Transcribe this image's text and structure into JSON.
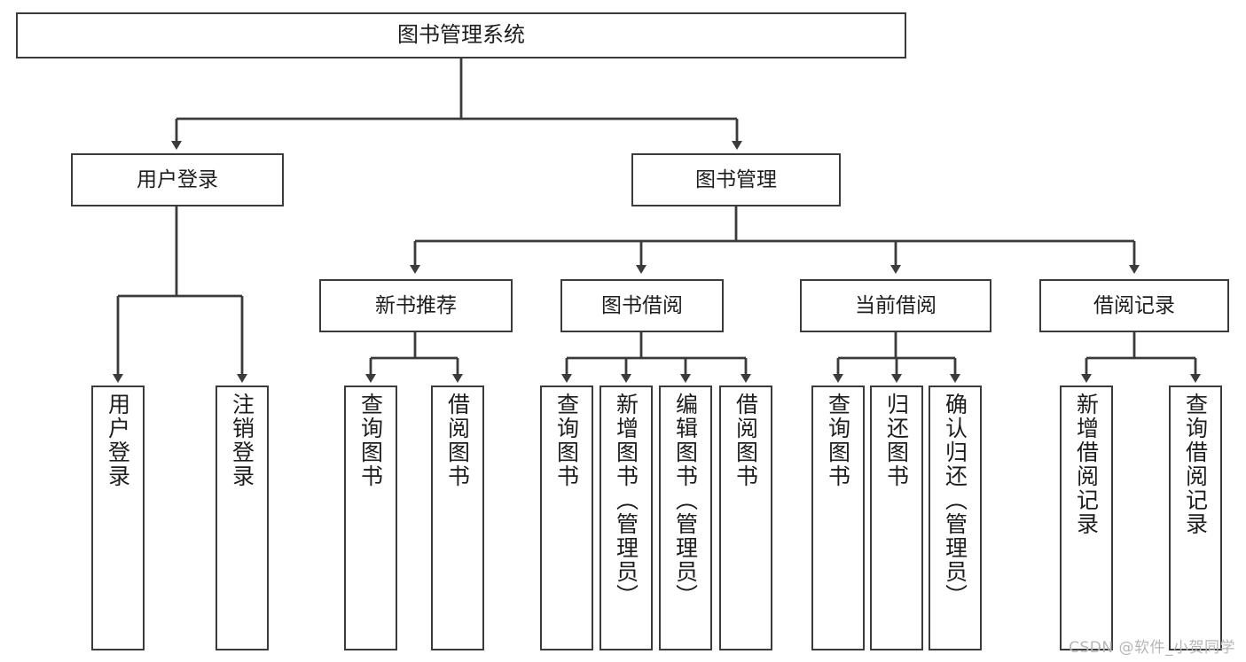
{
  "diagram": {
    "type": "tree-hierarchy",
    "title": "图书管理系统",
    "root": {
      "label": "图书管理系统"
    },
    "level1": [
      {
        "label": "用户登录"
      },
      {
        "label": "图书管理"
      }
    ],
    "level2": [
      {
        "label": "新书推荐"
      },
      {
        "label": "图书借阅"
      },
      {
        "label": "当前借阅"
      },
      {
        "label": "借阅记录"
      }
    ],
    "leaves": {
      "user_login": [
        {
          "label": "用户登录"
        },
        {
          "label": "注销登录"
        }
      ],
      "new_book_recommend": [
        {
          "label": "查询图书"
        },
        {
          "label": "借阅图书"
        }
      ],
      "book_borrow": [
        {
          "label": "查询图书"
        },
        {
          "label": "新增图书（管理员）"
        },
        {
          "label": "编辑图书（管理员）"
        },
        {
          "label": "借阅图书"
        }
      ],
      "current_borrow": [
        {
          "label": "查询图书"
        },
        {
          "label": "归还图书"
        },
        {
          "label": "确认归还（管理员）"
        }
      ],
      "borrow_record": [
        {
          "label": "新增借阅记录"
        },
        {
          "label": "查询借阅记录"
        }
      ]
    }
  },
  "watermark": {
    "text": "CSDN @软件_小贺同学"
  },
  "colors": {
    "background": "#ffffff",
    "border": "#3b3b3b",
    "text": "#1d1d1d",
    "watermark": "#b6b6b6"
  }
}
